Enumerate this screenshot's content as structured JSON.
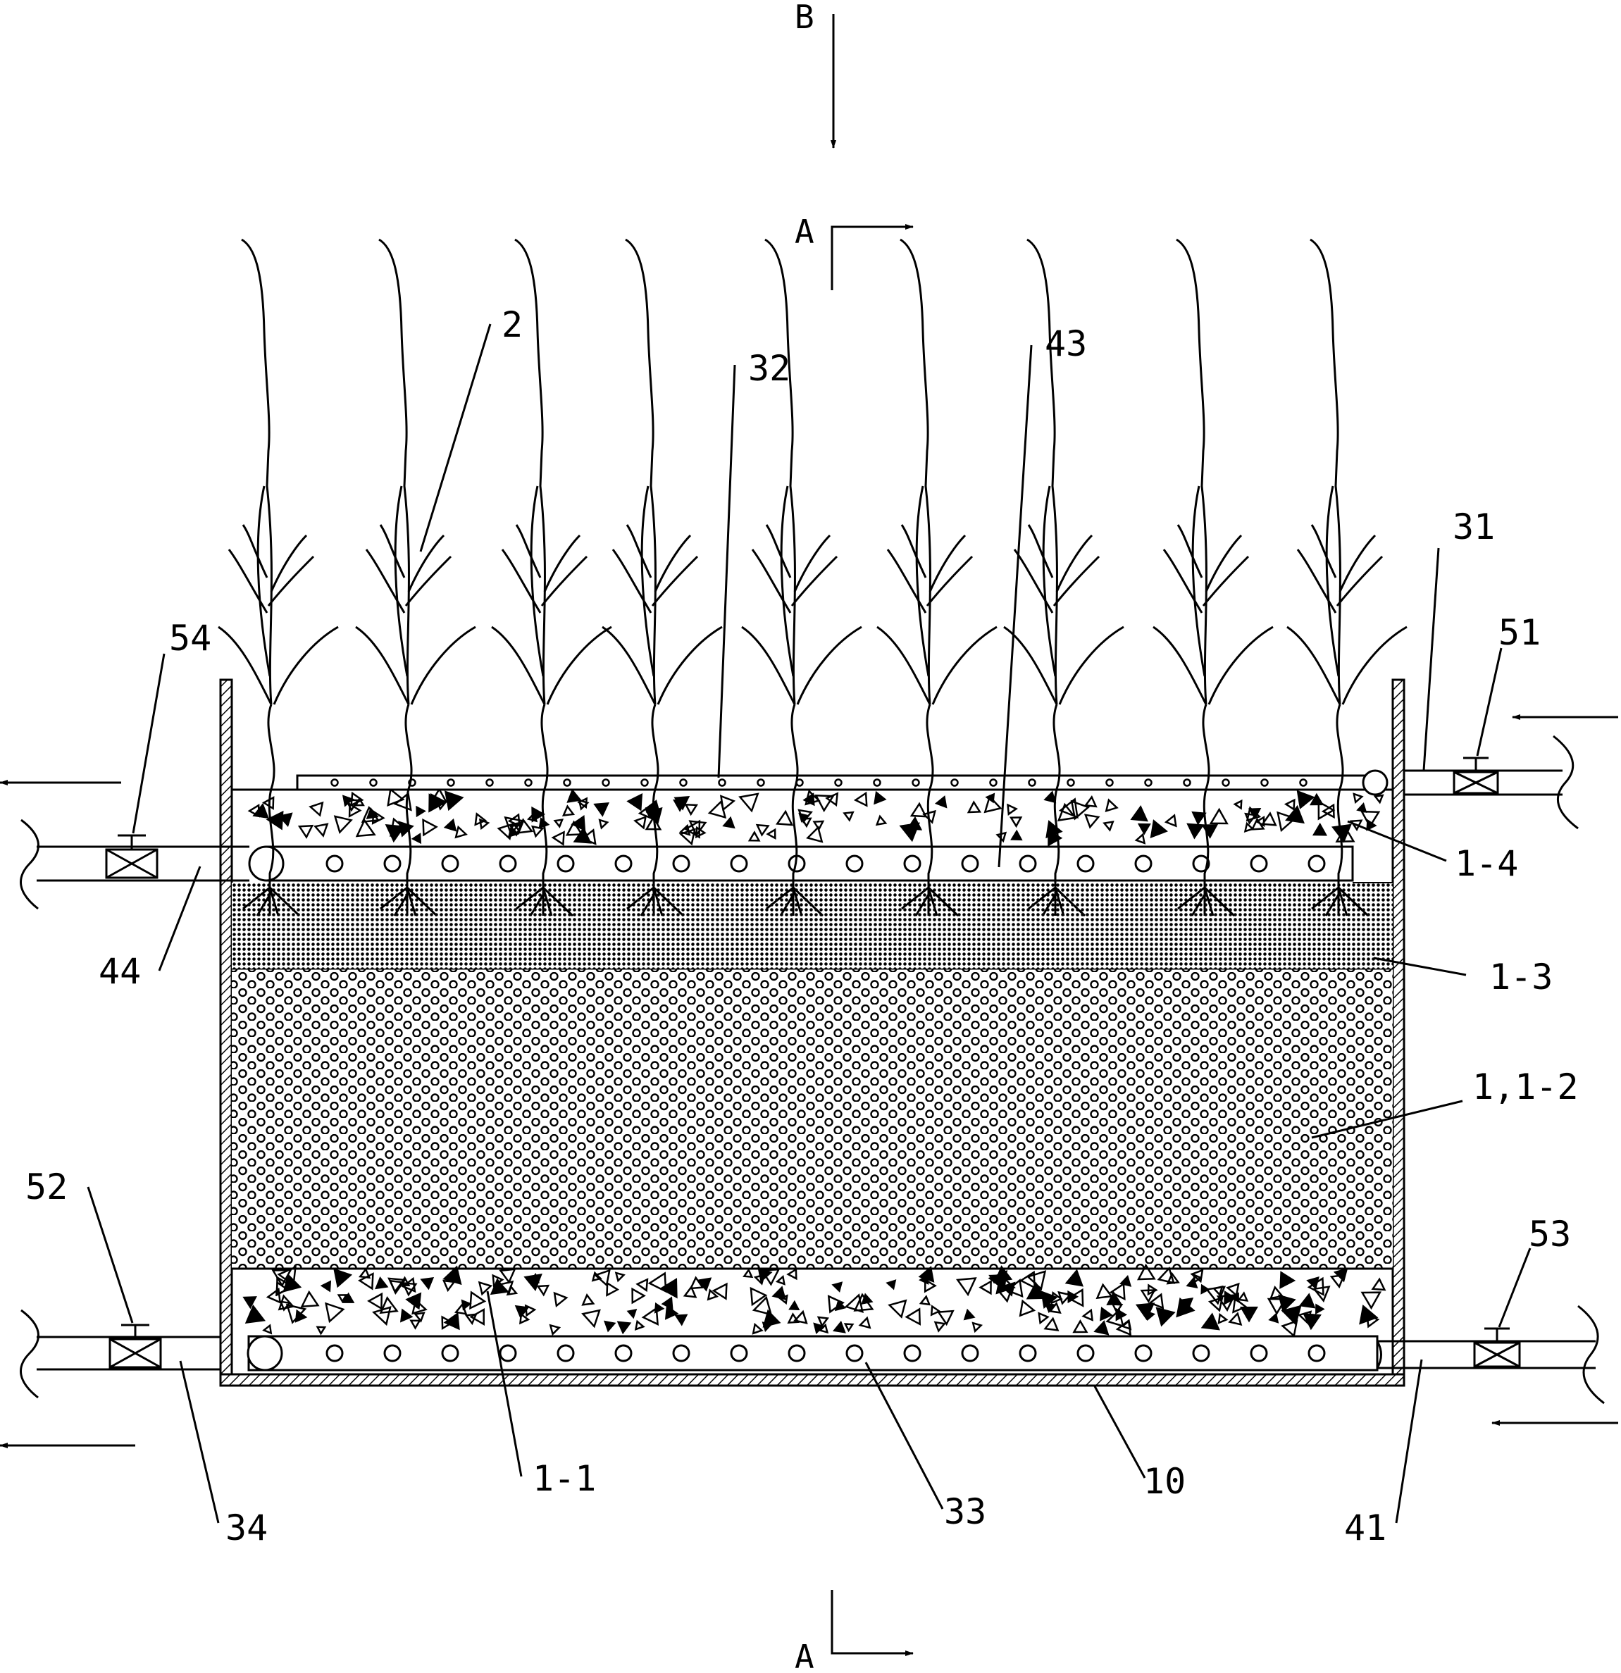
{
  "section_marks": {
    "b": "B",
    "a_top": "A",
    "a_bottom": "A"
  },
  "labels": {
    "l2": "2",
    "l32": "32",
    "l43": "43",
    "l31": "31",
    "l51": "51",
    "l54": "54",
    "l44": "44",
    "l1_4": "1-4",
    "l1_3": "1-3",
    "l1_1_2": "1,1-2",
    "l52": "52",
    "l53": "53",
    "l1_1": "1-1",
    "l33": "33",
    "l10": "10",
    "l34": "34",
    "l41": "41"
  },
  "colors": {
    "line": "#000000",
    "background": "#ffffff"
  }
}
